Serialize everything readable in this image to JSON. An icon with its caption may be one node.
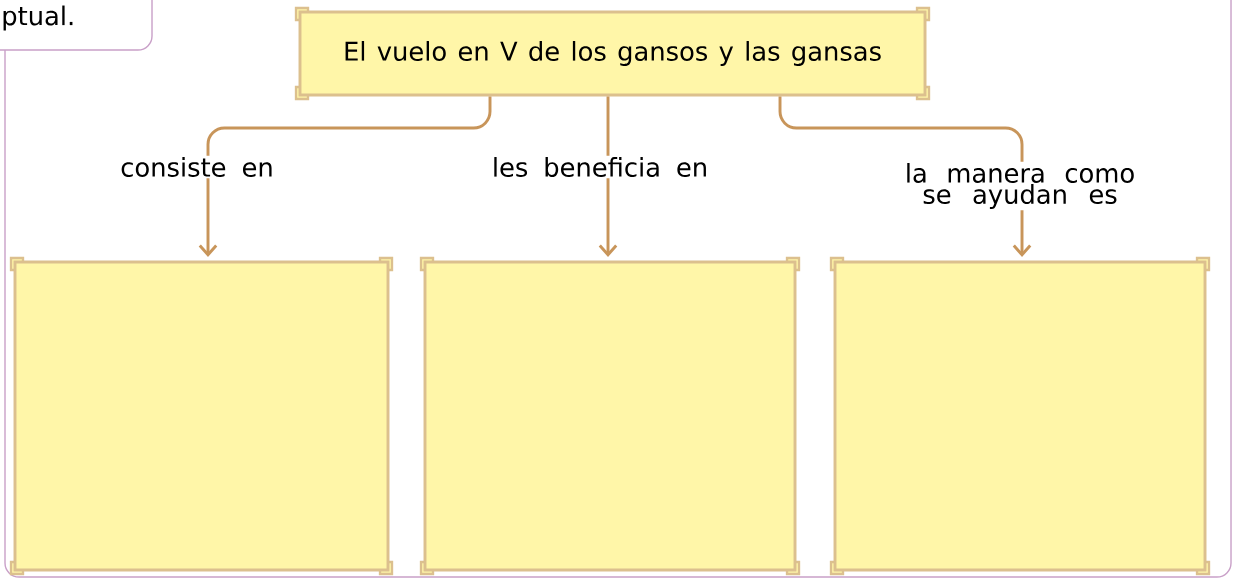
{
  "diagram": {
    "nodes": [
      {
        "text": [
          "ptual."
        ]
      },
      {
        "text": [
          "El vuelo en V de los gansos y las gansas"
        ]
      },
      {
        "text": [],
        "shape": "box"
      },
      {
        "text": [],
        "shape": "box"
      },
      {
        "text": [],
        "shape": "box"
      }
    ],
    "edges": [
      {
        "from": 1,
        "to": 2,
        "arrow": "to",
        "label": "consiste en"
      },
      {
        "from": 1,
        "to": 3,
        "arrow": "to",
        "label": "les beneficia en"
      },
      {
        "from": 1,
        "to": 4,
        "arrow": "to",
        "label": "la manera como se ayudan es"
      }
    ]
  }
}
